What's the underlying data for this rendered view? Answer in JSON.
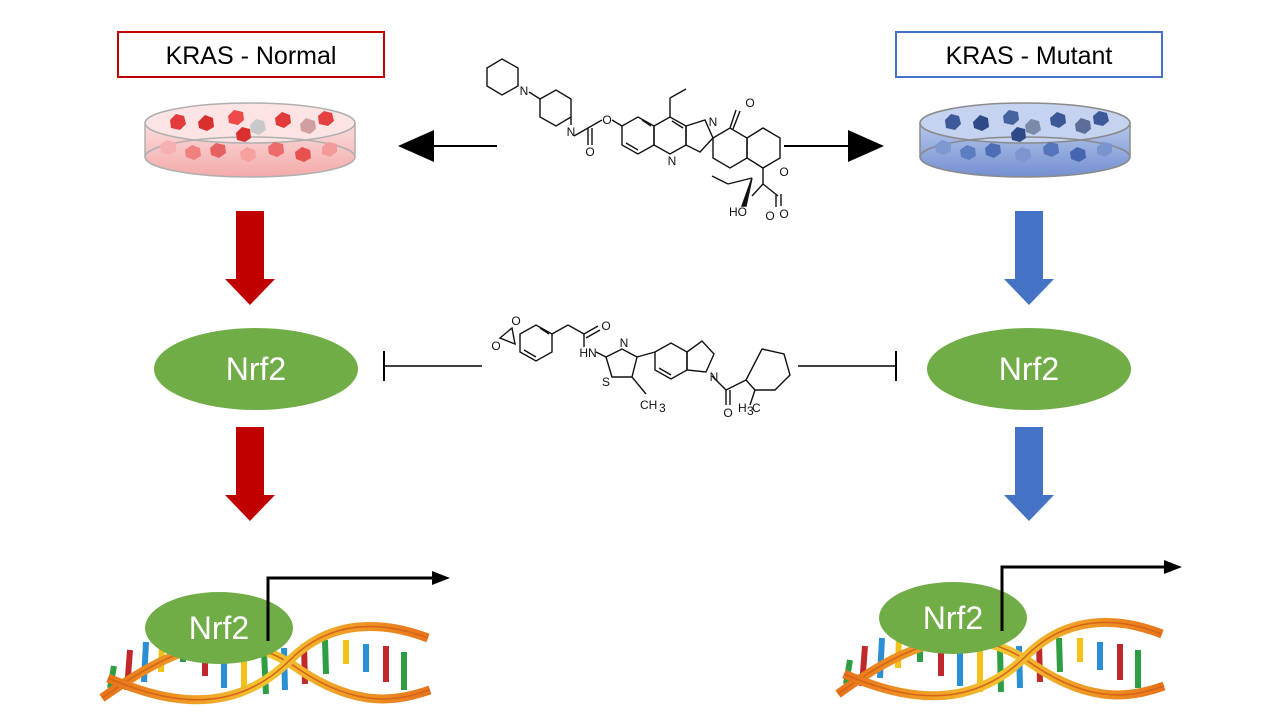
{
  "labels": {
    "left_title": "KRAS - Normal",
    "right_title": "KRAS - Mutant",
    "nrf2_left": "Nrf2",
    "nrf2_right": "Nrf2",
    "dna_left_nrf2": "Nrf2",
    "dna_right_nrf2": "Nrf2"
  },
  "molecule_top": {
    "atoms": [
      "N",
      "N",
      "O",
      "O",
      "N",
      "N",
      "O",
      "O",
      "O",
      "HO",
      "O"
    ]
  },
  "molecule_mid": {
    "atoms": [
      "O",
      "O",
      "O",
      "HN",
      "N",
      "S",
      "CH",
      "3",
      "N",
      "O",
      "H",
      "3",
      "C"
    ]
  },
  "colors": {
    "normal_red": "#c00000",
    "mutant_blue": "#4472c4",
    "nrf2_green": "#70ad47",
    "dish_red": "#f4a3a3",
    "dish_blue": "#6e8fd4"
  },
  "icons": [
    "petri-dish-red-icon",
    "petri-dish-blue-icon",
    "dna-helix-icon",
    "transcription-arrow-icon",
    "inhibition-bar-icon"
  ]
}
